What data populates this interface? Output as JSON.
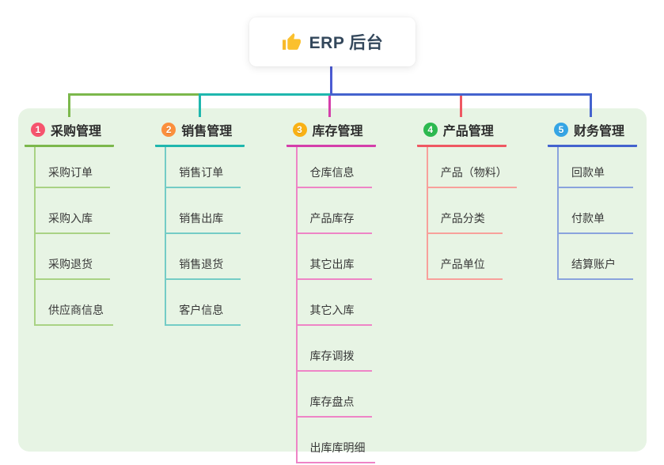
{
  "root": {
    "label": "ERP 后台",
    "icon": "thumbs-up-icon",
    "stem_color": "#4b5bd3",
    "card_background": "#ffffff",
    "text_color": "#33475b"
  },
  "panel": {
    "background": "#e7f4e4"
  },
  "branches": [
    {
      "index": "1",
      "label": "采购管理",
      "badge_color": "#f6546e",
      "line_color": "#7cb84c",
      "sub_line_color": "#a9d284",
      "children": [
        "采购订单",
        "采购入库",
        "采购退货",
        "供应商信息"
      ]
    },
    {
      "index": "2",
      "label": "销售管理",
      "badge_color": "#fb8f3d",
      "line_color": "#1fb7ae",
      "sub_line_color": "#74ccc6",
      "children": [
        "销售订单",
        "销售出库",
        "销售退货",
        "客户信息"
      ]
    },
    {
      "index": "3",
      "label": "库存管理",
      "badge_color": "#f9b115",
      "line_color": "#d43fab",
      "sub_line_color": "#ee84c6",
      "children": [
        "仓库信息",
        "产品库存",
        "其它出库",
        "其它入库",
        "库存调拨",
        "库存盘点",
        "出库库明细"
      ]
    },
    {
      "index": "4",
      "label": "产品管理",
      "badge_color": "#2cb94f",
      "line_color": "#ef5862",
      "sub_line_color": "#f8a09b",
      "children": [
        "产品（物料）",
        "产品分类",
        "产品单位"
      ]
    },
    {
      "index": "5",
      "label": "财务管理",
      "badge_color": "#35a5e5",
      "line_color": "#4463ce",
      "sub_line_color": "#8aa3dd",
      "children": [
        "回款单",
        "付款单",
        "结算账户"
      ]
    }
  ]
}
